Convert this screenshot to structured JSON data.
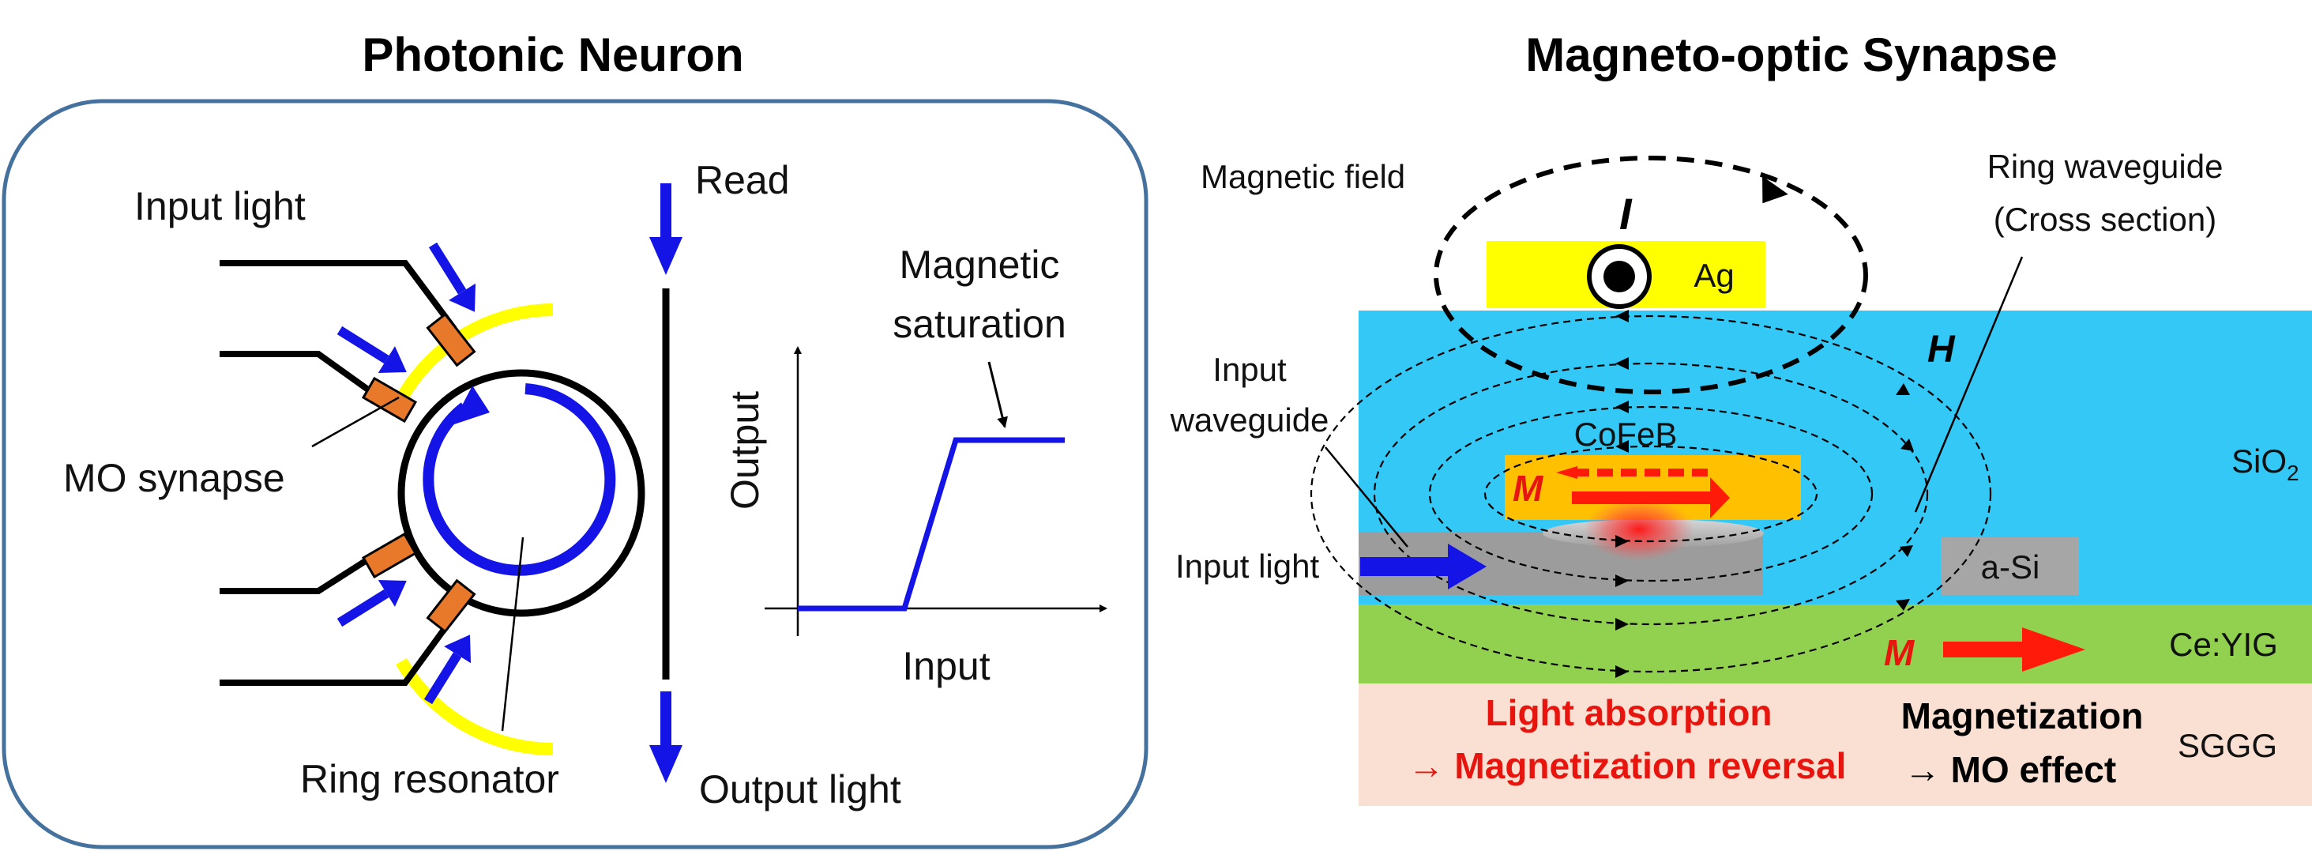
{
  "left_panel": {
    "title": "Photonic Neuron",
    "input_light": "Input light",
    "mo_synapse": "MO synapse",
    "ring_resonator": "Ring resonator",
    "read": "Read",
    "output_light": "Output light",
    "magnetic_saturation_line1": "Magnetic",
    "magnetic_saturation_line2": "saturation",
    "output_axis": "Output",
    "input_axis": "Input"
  },
  "right_panel": {
    "title": "Magneto-optic Synapse",
    "magnetic_field": "Magnetic field",
    "current_symbol": "I",
    "ag": "Ag",
    "ring_waveguide_line1": "Ring waveguide",
    "ring_waveguide_line2": "(Cross section)",
    "h_symbol": "H",
    "input_waveguide_line1": "Input",
    "input_waveguide_line2": "waveguide",
    "cofeb": "CoFeB",
    "sio2_main": "SiO",
    "sio2_sub": "2",
    "m_symbol": "M",
    "input_light": "Input light",
    "a_si": "a-Si",
    "ce_yig": "Ce:YIG",
    "light_absorption": "Light absorption",
    "magnetization_reversal": "→ Magnetization reversal",
    "magnetization": "Magnetization",
    "mo_effect": "→ MO effect",
    "sggg": "SGGG"
  },
  "colors": {
    "blue": "#1414e6",
    "yellow": "#ffff00",
    "orange": "#e8782a",
    "sio2": "#33c8f5",
    "ceyig": "#92d050",
    "sggg": "#f9e0d2",
    "red": "#ff1a0a",
    "cofeb": "#ffc000",
    "asi": "#a6a6a6",
    "frame": "#44719e"
  }
}
